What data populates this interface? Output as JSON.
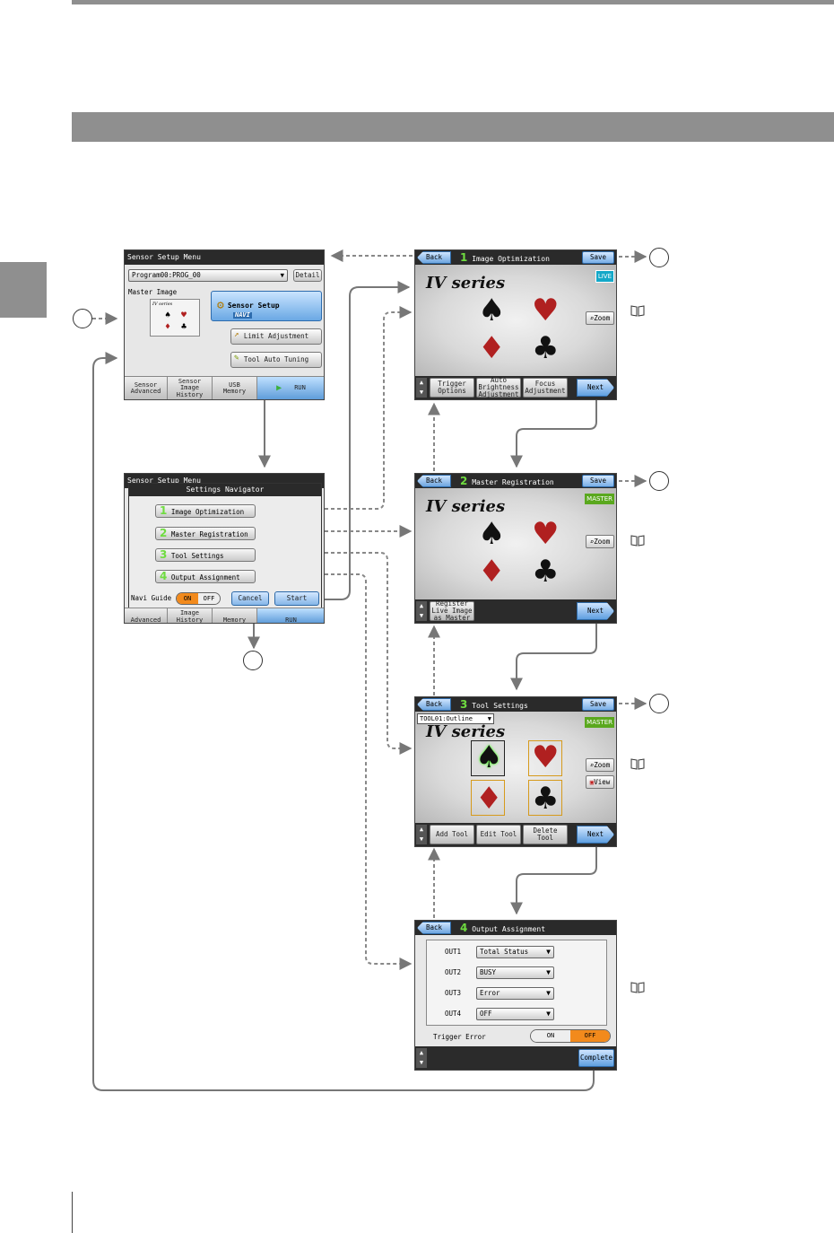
{
  "colors": {
    "header_bar": "#8f8f8f",
    "accent_green": "#6fdc40",
    "selected_blue": "#6aa8e4",
    "toggle_orange": "#f28a1c",
    "arrow": "#777777"
  },
  "menu": {
    "title": "Sensor Setup Menu",
    "program": "Program00:PROG_00",
    "detail": "Detail",
    "master_image": "Master Image",
    "thumb_label": "IV series",
    "sensor_setup": "Sensor Setup",
    "navi_badge": "NAVI",
    "limit_adjustment": "Limit Adjustment",
    "tool_auto_tuning": "Tool Auto Tuning",
    "tabs": [
      "Sensor\nAdvanced",
      "Sensor\nImage\nHistory",
      "USB\nMemory",
      "RUN"
    ]
  },
  "navigator": {
    "behind_title": "Sensor Setup Menu",
    "title": "Settings Navigator",
    "steps": [
      {
        "num": "1",
        "label": "Image Optimization"
      },
      {
        "num": "2",
        "label": "Master Registration"
      },
      {
        "num": "3",
        "label": "Tool Settings"
      },
      {
        "num": "4",
        "label": "Output Assignment"
      }
    ],
    "navi_guide": "Navi Guide",
    "on": "ON",
    "off": "OFF",
    "cancel": "Cancel",
    "start": "Start",
    "bottom_tabs": [
      "Advanced",
      "Image\nHistory",
      "Memory",
      "RUN"
    ]
  },
  "screens": {
    "s1": {
      "num": "1",
      "title": "Image Optimization",
      "back": "Back",
      "save": "Save",
      "badge": "LIVE",
      "zoom": "Zoom",
      "iv": "IV series",
      "buttons": [
        "Trigger\nOptions",
        "Auto\nBrightness\nAdjustment",
        "Focus\nAdjustment"
      ],
      "next": "Next"
    },
    "s2": {
      "num": "2",
      "title": "Master Registration",
      "back": "Back",
      "save": "Save",
      "badge": "MASTER",
      "zoom": "Zoom",
      "iv": "IV series",
      "buttons": [
        "Register\nLive Image\nas Master"
      ],
      "next": "Next"
    },
    "s3": {
      "num": "3",
      "title": "Tool Settings",
      "back": "Back",
      "save": "Save",
      "badge": "MASTER",
      "zoom": "Zoom",
      "view": "View",
      "iv": "IV series",
      "tool_select": "TOOL01:Outline",
      "buttons": [
        "Add Tool",
        "Edit Tool",
        "Delete Tool"
      ],
      "next": "Next"
    },
    "s4": {
      "num": "4",
      "title": "Output Assignment",
      "back": "Back",
      "outputs": [
        {
          "label": "OUT1",
          "value": "Total Status"
        },
        {
          "label": "OUT2",
          "value": "BUSY"
        },
        {
          "label": "OUT3",
          "value": "Error"
        },
        {
          "label": "OUT4",
          "value": "OFF"
        }
      ],
      "trigger_error": "Trigger Error",
      "on": "ON",
      "off": "OFF",
      "complete": "Complete"
    }
  }
}
